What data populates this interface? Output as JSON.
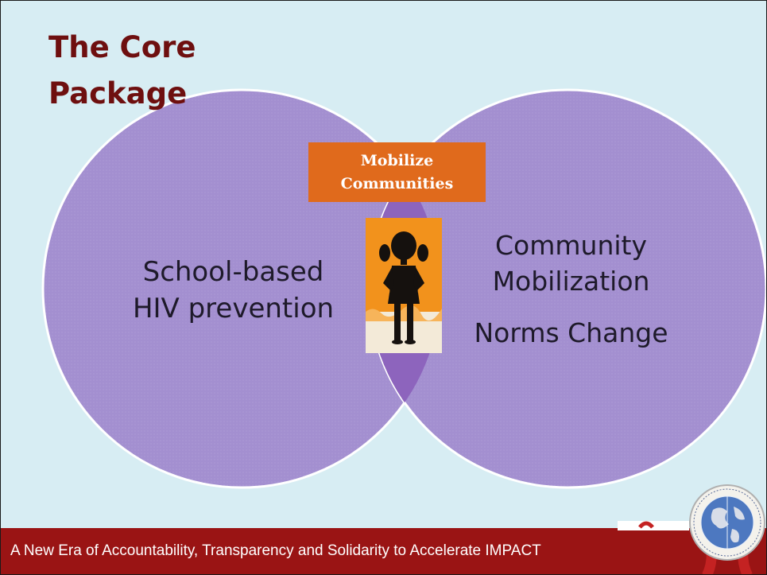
{
  "slide": {
    "title_line1": "The Core",
    "title_line2": "Package"
  },
  "venn": {
    "left_circle": {
      "lines": [
        "School-based",
        "HIV prevention"
      ]
    },
    "right_circle": {
      "lines": [
        "Community",
        "Mobilization",
        "Norms Change"
      ]
    },
    "overlap_label": {
      "lines": [
        "Mobilize",
        "Communities"
      ]
    },
    "overlap_image_icon": "girl-silhouette-icon"
  },
  "footer": {
    "text": "A New Era of Accountability, Transparency and Solidarity to Accelerate  IMPACT"
  },
  "colors": {
    "background": "#d7edf3",
    "circle_fill": "#a38fd0",
    "circle_stroke": "#ffffff",
    "overlap_fill": "#8d64bd",
    "title": "#6e0f0f",
    "label_box": "#e06a1c",
    "footer_bar": "#9a1414"
  }
}
